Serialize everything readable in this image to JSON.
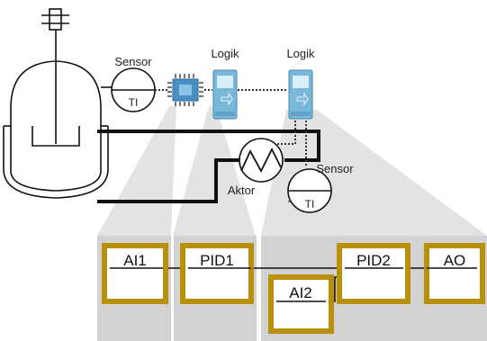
{
  "labels": {
    "sensor_top": "Sensor",
    "ti_top": "TI",
    "logik_1": "Logik",
    "logik_2": "Logik",
    "sensor_bottom": "Sensor",
    "ti_bottom": "TI",
    "aktor": "Aktor"
  },
  "blocks": {
    "ai1": "AI1",
    "pid1": "PID1",
    "ai2": "AI2",
    "pid2": "PID2",
    "ao": "AO"
  },
  "colors": {
    "block_border": "#b8900c",
    "panel_gray": "#d2d2d2",
    "funnel_gray": "#e3e3e3",
    "controller_blue": "#7ab8d9",
    "chip_blue": "#4a8fc2",
    "line": "#111111"
  }
}
